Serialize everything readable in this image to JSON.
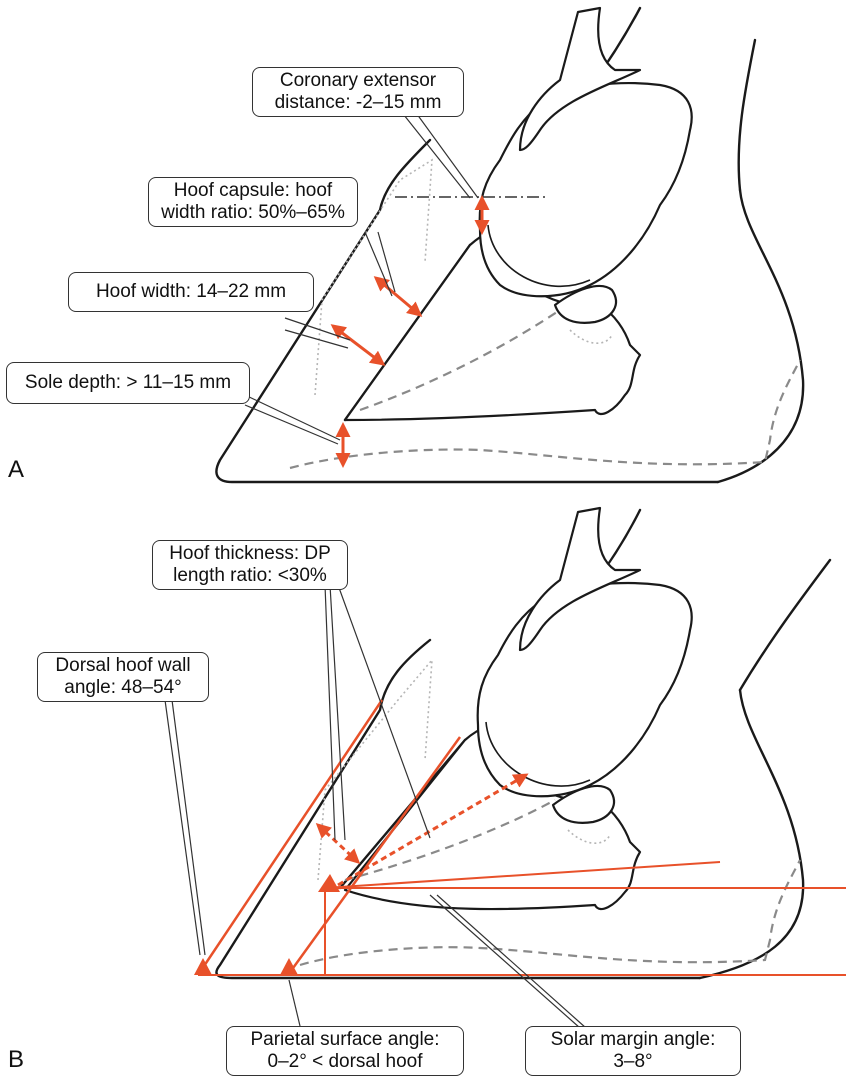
{
  "panels": [
    {
      "letter": "A",
      "callouts": [
        {
          "id": "coronary",
          "lines": [
            "Coronary extensor",
            "distance: -2–15 mm"
          ]
        },
        {
          "id": "capsule",
          "lines": [
            "Hoof capsule: hoof",
            "width ratio: 50%–65%"
          ]
        },
        {
          "id": "width",
          "lines": [
            "Hoof width: 14–22 mm"
          ]
        },
        {
          "id": "sole",
          "lines": [
            "Sole depth: > 11–15 mm"
          ]
        }
      ]
    },
    {
      "letter": "B",
      "callouts": [
        {
          "id": "thickness",
          "lines": [
            "Hoof thickness: DP",
            "length ratio: <30%"
          ]
        },
        {
          "id": "dorsal",
          "lines": [
            "Dorsal hoof wall",
            "angle: 48–54°"
          ]
        },
        {
          "id": "parietal",
          "lines": [
            "Parietal surface angle:",
            "0–2° < dorsal hoof"
          ]
        },
        {
          "id": "solar",
          "lines": [
            "Solar margin angle:",
            "3–8°"
          ]
        }
      ]
    }
  ],
  "colors": {
    "accent": "#e8512a",
    "outline": "#1a1a1a",
    "dash": "#8a8a8a"
  }
}
